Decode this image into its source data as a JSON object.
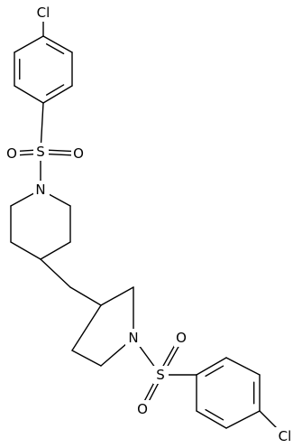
{
  "molecule": {
    "atoms": [
      {
        "id": "cl1",
        "label": "Cl"
      },
      {
        "id": "s1",
        "label": "S"
      },
      {
        "id": "o1a",
        "label": "O"
      },
      {
        "id": "o1b",
        "label": "O"
      },
      {
        "id": "n1",
        "label": "N"
      },
      {
        "id": "n2",
        "label": "N"
      },
      {
        "id": "s2",
        "label": "S"
      },
      {
        "id": "o2a",
        "label": "O"
      },
      {
        "id": "o2b",
        "label": "O"
      },
      {
        "id": "cl2",
        "label": "Cl"
      }
    ]
  }
}
